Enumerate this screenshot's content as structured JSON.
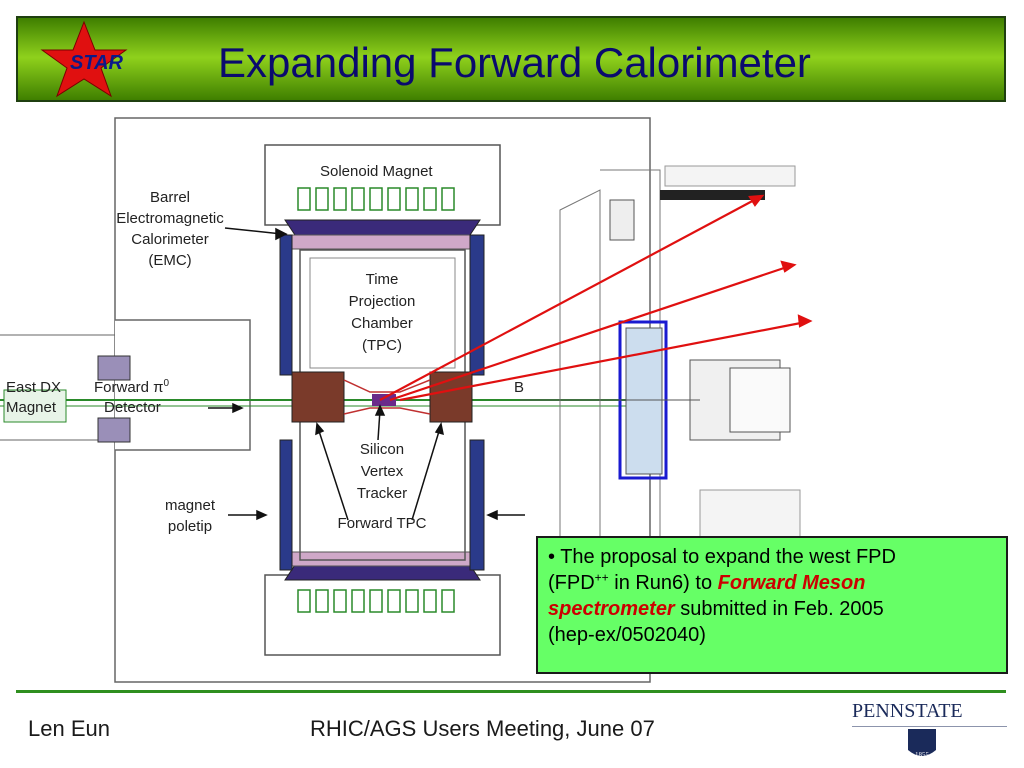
{
  "title": "Expanding Forward Calorimeter",
  "logo": {
    "text": "STAR",
    "star_color": "#e01010",
    "text_color": "#0a1a8a"
  },
  "diagram": {
    "solenoid_magnet": "Solenoid Magnet",
    "emc": [
      "Barrel",
      "Electromagnetic",
      "Calorimeter",
      "(EMC)"
    ],
    "tpc": [
      "Time",
      "Projection",
      "Chamber",
      "(TPC)"
    ],
    "east_dx_magnet": [
      "East DX",
      "Magnet"
    ],
    "forward_pi0": [
      "Forward π",
      "0",
      "Detector"
    ],
    "svt": [
      "Silicon",
      "Vertex",
      "Tracker"
    ],
    "magnet_poletip": [
      "magnet",
      "poletip"
    ],
    "forward_tpc": "Forward TPC",
    "b_label": "B",
    "arrow_color": "#e01010",
    "highlight_color": "#1a1ad0"
  },
  "info_box": {
    "bullet": "•",
    "line1": " The proposal to expand the west FPD",
    "line2a": "(FPD",
    "line2sup": "++",
    "line2b": " in Run6) to ",
    "em1": "Forward Meson",
    "em2": "spectrometer",
    "line3b": " submitted in Feb. 2005",
    "line4": "(hep-ex/0502040)",
    "bg_color": "#66ff66"
  },
  "footer": {
    "left": "Len Eun",
    "center": "RHIC/AGS Users Meeting, June 07",
    "logo_word": "PENNSTATE",
    "logo_year": "1855"
  }
}
